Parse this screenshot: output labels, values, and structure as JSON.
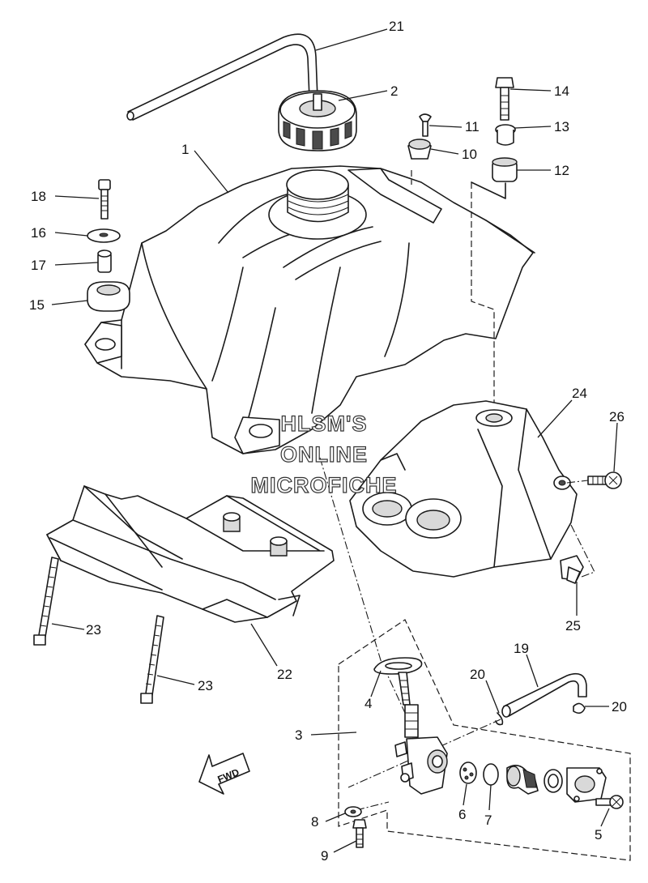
{
  "watermark": {
    "line1": "HLSM'S",
    "line2": "ONLINE",
    "line3": "MICROFICHE"
  },
  "direction_arrow": {
    "label": "FWD"
  },
  "callouts": {
    "c1": "1",
    "c2": "2",
    "c3": "3",
    "c4": "4",
    "c5": "5",
    "c6": "6",
    "c7": "7",
    "c8": "8",
    "c9": "9",
    "c10": "10",
    "c11": "11",
    "c12": "12",
    "c13": "13",
    "c14": "14",
    "c15": "15",
    "c16": "16",
    "c17": "17",
    "c18": "18",
    "c19": "19",
    "c20a": "20",
    "c20b": "20",
    "c21": "21",
    "c22": "22",
    "c23a": "23",
    "c23b": "23",
    "c24": "24",
    "c25": "25",
    "c26": "26"
  }
}
